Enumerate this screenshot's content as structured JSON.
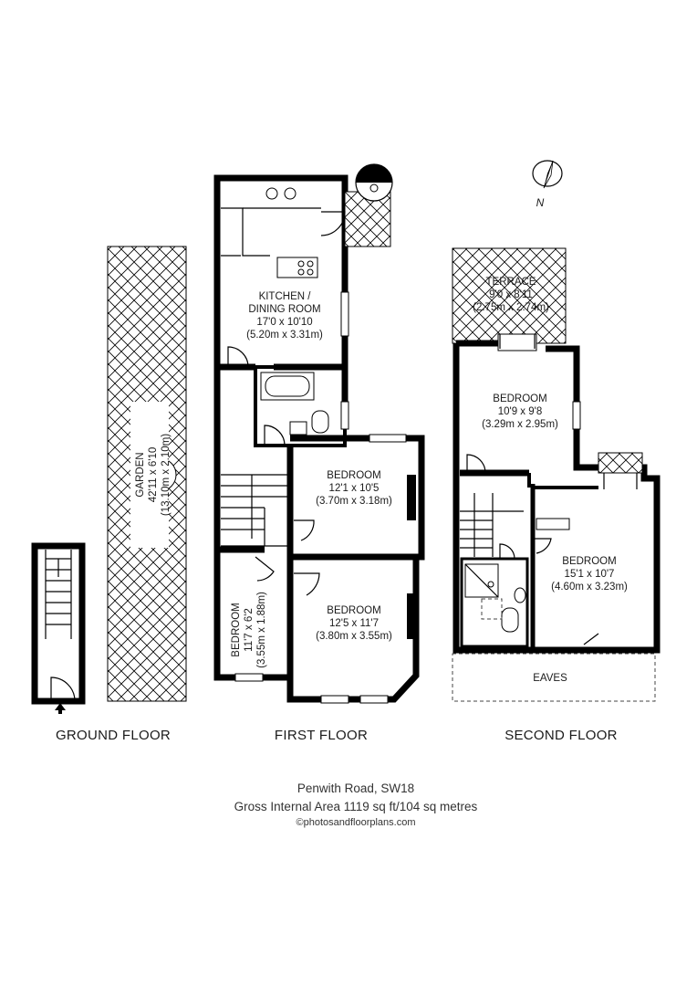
{
  "floors": {
    "ground": {
      "label": "GROUND FLOOR"
    },
    "first": {
      "label": "FIRST FLOOR"
    },
    "second": {
      "label": "SECOND FLOOR"
    }
  },
  "rooms": {
    "garden": {
      "name": "GARDEN",
      "imperial": "42'11 x 6'10",
      "metric": "(13.10m x 2.10m)"
    },
    "kitchen": {
      "name_line1": "KITCHEN /",
      "name_line2": "DINING ROOM",
      "imperial": "17'0 x 10'10",
      "metric": "(5.20m x 3.31m)"
    },
    "bedroom_first_a": {
      "name": "BEDROOM",
      "imperial": "12'1 x 10'5",
      "metric": "(3.70m x 3.18m)"
    },
    "bedroom_first_b": {
      "name": "BEDROOM",
      "imperial": "12'5 x 11'7",
      "metric": "(3.80m x 3.55m)"
    },
    "bedroom_first_c": {
      "name": "BEDROOM",
      "imperial": "11'7 x 6'2",
      "metric": "(3.55m x 1.88m)"
    },
    "terrace": {
      "name": "TERRACE",
      "imperial": "9'0 x 8'11",
      "metric": "(2.75m x 2.74m)"
    },
    "bedroom_second_a": {
      "name": "BEDROOM",
      "imperial": "10'9 x 9'8",
      "metric": "(3.29m x 2.95m)"
    },
    "bedroom_second_b": {
      "name": "BEDROOM",
      "imperial": "15'1 x 10'7",
      "metric": "(4.60m x 3.23m)"
    },
    "eaves": {
      "name": "EAVES"
    }
  },
  "compass": {
    "label": "N"
  },
  "footer": {
    "address": "Penwith Road, SW18",
    "area": "Gross Internal Area 1119 sq ft/104 sq metres",
    "copyright": "©photosandfloorplans.com"
  }
}
